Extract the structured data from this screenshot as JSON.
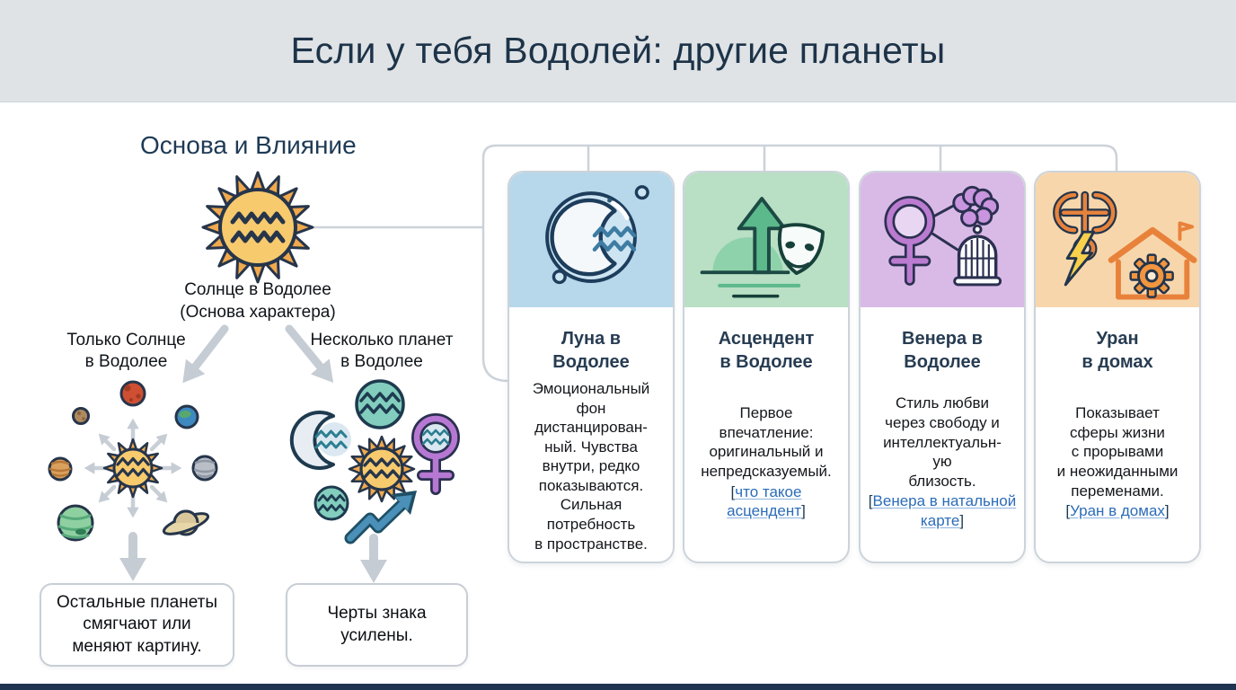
{
  "page": {
    "title": "Если у тебя Водолей: другие планеты"
  },
  "colors": {
    "header_bg": "#dfe3e6",
    "title_text": "#1d3348",
    "footer_bar": "#1e3450",
    "connector": "#ccd2d9",
    "link": "#2b6cb8"
  },
  "left": {
    "heading": "Основа и Влияние",
    "sun_caption": "Солнце в Водолее\n(Основа характера)",
    "branch_left": "Только Солнце\nв Водолее",
    "branch_right": "Несколько планет\nв Водолее",
    "box_left": "Остальные планеты\nсмягчают или\nменяют картину.",
    "box_right": "Черты знака\nусилены."
  },
  "cards": [
    {
      "id": "moon",
      "title": "Луна в\nВодолее",
      "accent": "#b7d8ea",
      "icon": "moon-aquarius",
      "body": "Эмоциональный\nфон\nдистанцирован-\nный. Чувства\nвнутри, редко\nпоказываются.\nСильная\nпотребность\nв пространстве."
    },
    {
      "id": "ascendant",
      "title": "Асцендент\nв Водолее",
      "accent": "#b9dfc5",
      "icon": "ascendant-arrow-mask",
      "body": "Первое\nвпечатление:\nоригинальный и\nнепредсказуемый.",
      "link": {
        "open": "[",
        "label": "что такое асцендент",
        "close": "]"
      }
    },
    {
      "id": "venus",
      "title": "Венера в\nВодолее",
      "accent": "#d9bae7",
      "icon": "venus-brain-cage",
      "body": "Стиль любви\nчерез свободу и\nинтеллектуальн-\nую\nблизость.",
      "link": {
        "open": "[",
        "label": "Венера в натальной карте",
        "close": "]"
      }
    },
    {
      "id": "uranus",
      "title": "Уран\nв домах",
      "accent": "#f8d6ac",
      "icon": "uranus-lightning-house",
      "body": "Показывает\nсферы жизни\nс прорывами\nи неожиданными\nпеременами.",
      "link": {
        "open": "[",
        "label": "Уран в домах",
        "close": "]"
      }
    }
  ]
}
